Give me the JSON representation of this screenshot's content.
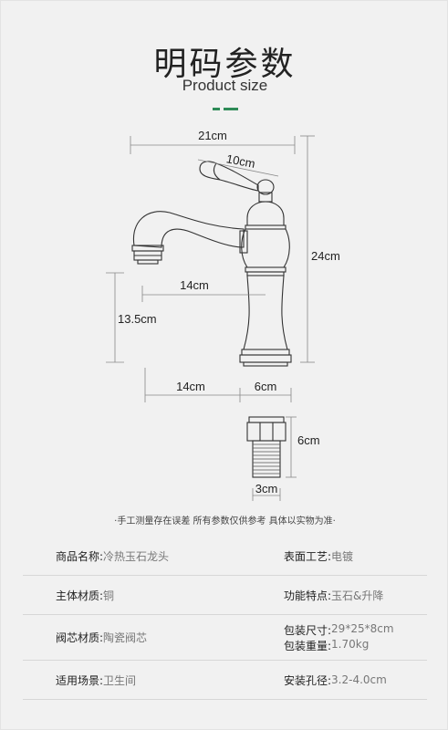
{
  "header": {
    "title_cn": "明码参数",
    "title_en": "Product size",
    "accent_color": "#2e8b57"
  },
  "dimensions": {
    "overall_width": "21cm",
    "handle_length": "10cm",
    "height": "24cm",
    "spout_reach": "14cm",
    "spout_height": "13.5cm",
    "base_reach": "14cm",
    "base_width": "6cm",
    "shank_height": "6cm",
    "shank_diameter": "3cm"
  },
  "note": "·手工测量存在误差 所有参数仅供参考 具体以实物为准·",
  "specs": {
    "name": {
      "label": "商品名称:",
      "value": "冷热玉石龙头"
    },
    "finish": {
      "label": "表面工艺:",
      "value": "电镀"
    },
    "material": {
      "label": "主体材质:",
      "value": "铜"
    },
    "feature": {
      "label": "功能特点:",
      "value": "玉石&升降"
    },
    "valve": {
      "label": "阀芯材质:",
      "value": "陶瓷阀芯"
    },
    "package_size": {
      "label": "包装尺寸:",
      "value": "29*25*8cm"
    },
    "package_weight": {
      "label": "包装重量:",
      "value": "1.70kg"
    },
    "scene": {
      "label": "适用场景:",
      "value": "卫生间"
    },
    "hole": {
      "label": "安装孔径:",
      "value": "3.2-4.0cm"
    }
  }
}
